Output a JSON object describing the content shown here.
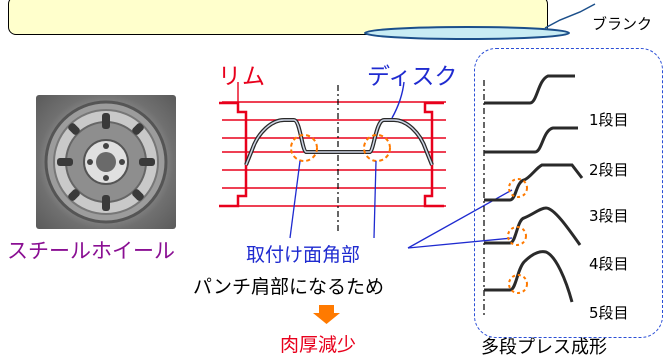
{
  "labels": {
    "blank": "ブランク",
    "rim": "リム",
    "disk": "ディスク",
    "steel_wheel": "スチールホイール",
    "mount_corner": "取付け面角部",
    "punch_shoulder": "パンチ肩部になるため",
    "thickness_reduction": "肉厚減少",
    "multi_stage_press": "多段プレス成形"
  },
  "stages": [
    "1段目",
    "2段目",
    "3段目",
    "4段目",
    "5段目"
  ],
  "colors": {
    "rim": "#e8001c",
    "disk": "#1f2bd0",
    "steel_wheel_label": "#8a0f93",
    "highlight_circle": "#ff7a00",
    "arrow": "#ff7a00",
    "top_box_fill": "#ffffcc",
    "blank_fill": "#c8ecf4"
  }
}
